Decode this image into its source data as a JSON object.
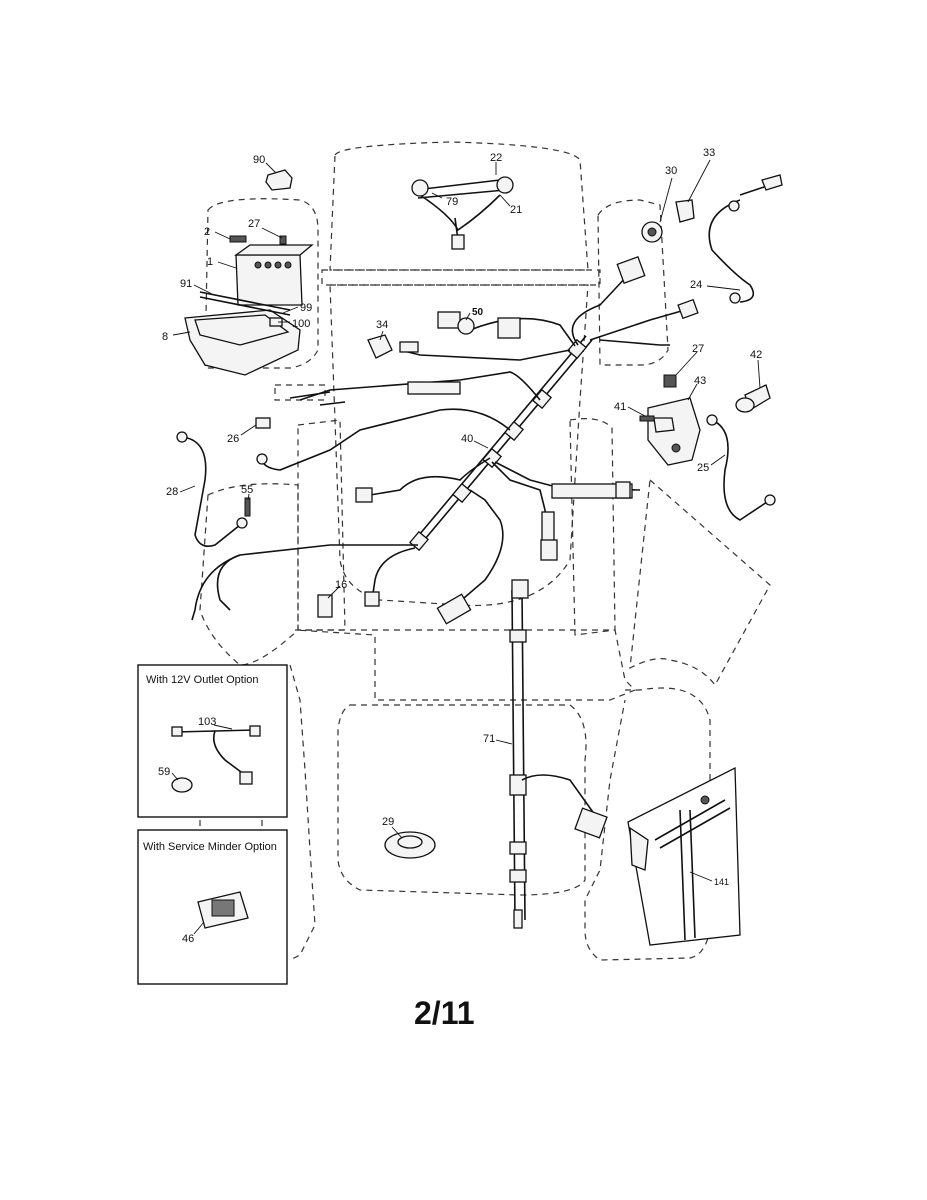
{
  "page_number": "2/11",
  "insets": {
    "outlet_option": {
      "title": "With 12V Outlet Option"
    },
    "service_option": {
      "title": "With Service Minder Option"
    }
  },
  "callouts": {
    "c90": "90",
    "c22": "22",
    "c79": "79",
    "c21": "21",
    "c30": "30",
    "c33": "33",
    "c2": "2",
    "c27a": "27",
    "c1": "1",
    "c91": "91",
    "c99": "99",
    "c100": "100",
    "c8": "8",
    "c34": "34",
    "c50": "50",
    "c24": "24",
    "c27b": "27",
    "c42": "42",
    "c41": "41",
    "c43": "43",
    "c26": "26",
    "c40": "40",
    "c25": "25",
    "c28": "28",
    "c55": "55",
    "c16": "16",
    "c103": "103",
    "c59": "59",
    "c71": "71",
    "c29": "29",
    "c46": "46",
    "c141": "141"
  }
}
